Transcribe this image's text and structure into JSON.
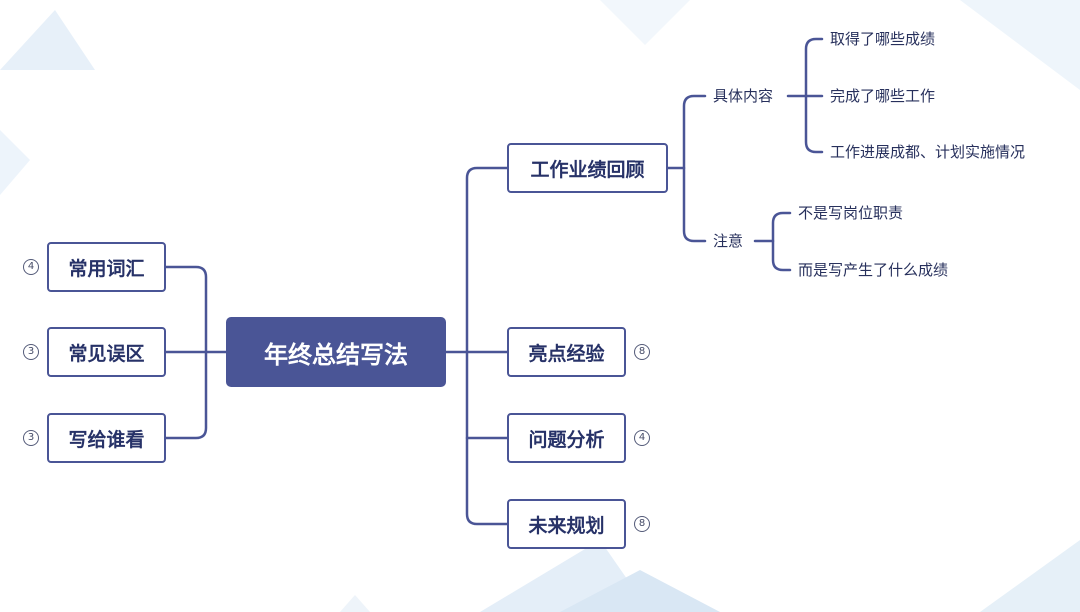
{
  "mindmap": {
    "root": "年终总结写法",
    "left_branches": [
      {
        "label": "常用词汇",
        "collapsed_count": "4"
      },
      {
        "label": "常见误区",
        "collapsed_count": "3"
      },
      {
        "label": "写给谁看",
        "collapsed_count": "3"
      }
    ],
    "right_branches": [
      {
        "label": "工作业绩回顾",
        "children": [
          {
            "label": "具体内容",
            "children": [
              "取得了哪些成绩",
              "完成了哪些工作",
              "工作进展成都、计划实施情况"
            ]
          },
          {
            "label": "注意",
            "children": [
              "不是写岗位职责",
              "而是写产生了什么成绩"
            ]
          }
        ]
      },
      {
        "label": "亮点经验",
        "collapsed_count": "8"
      },
      {
        "label": "问题分析",
        "collapsed_count": "4"
      },
      {
        "label": "未来规划",
        "collapsed_count": "8"
      }
    ]
  },
  "colors": {
    "node_border": "#4a5596",
    "root_fill": "#4a5596",
    "node_text": "#273268",
    "background_accent": "#e3eef8"
  }
}
